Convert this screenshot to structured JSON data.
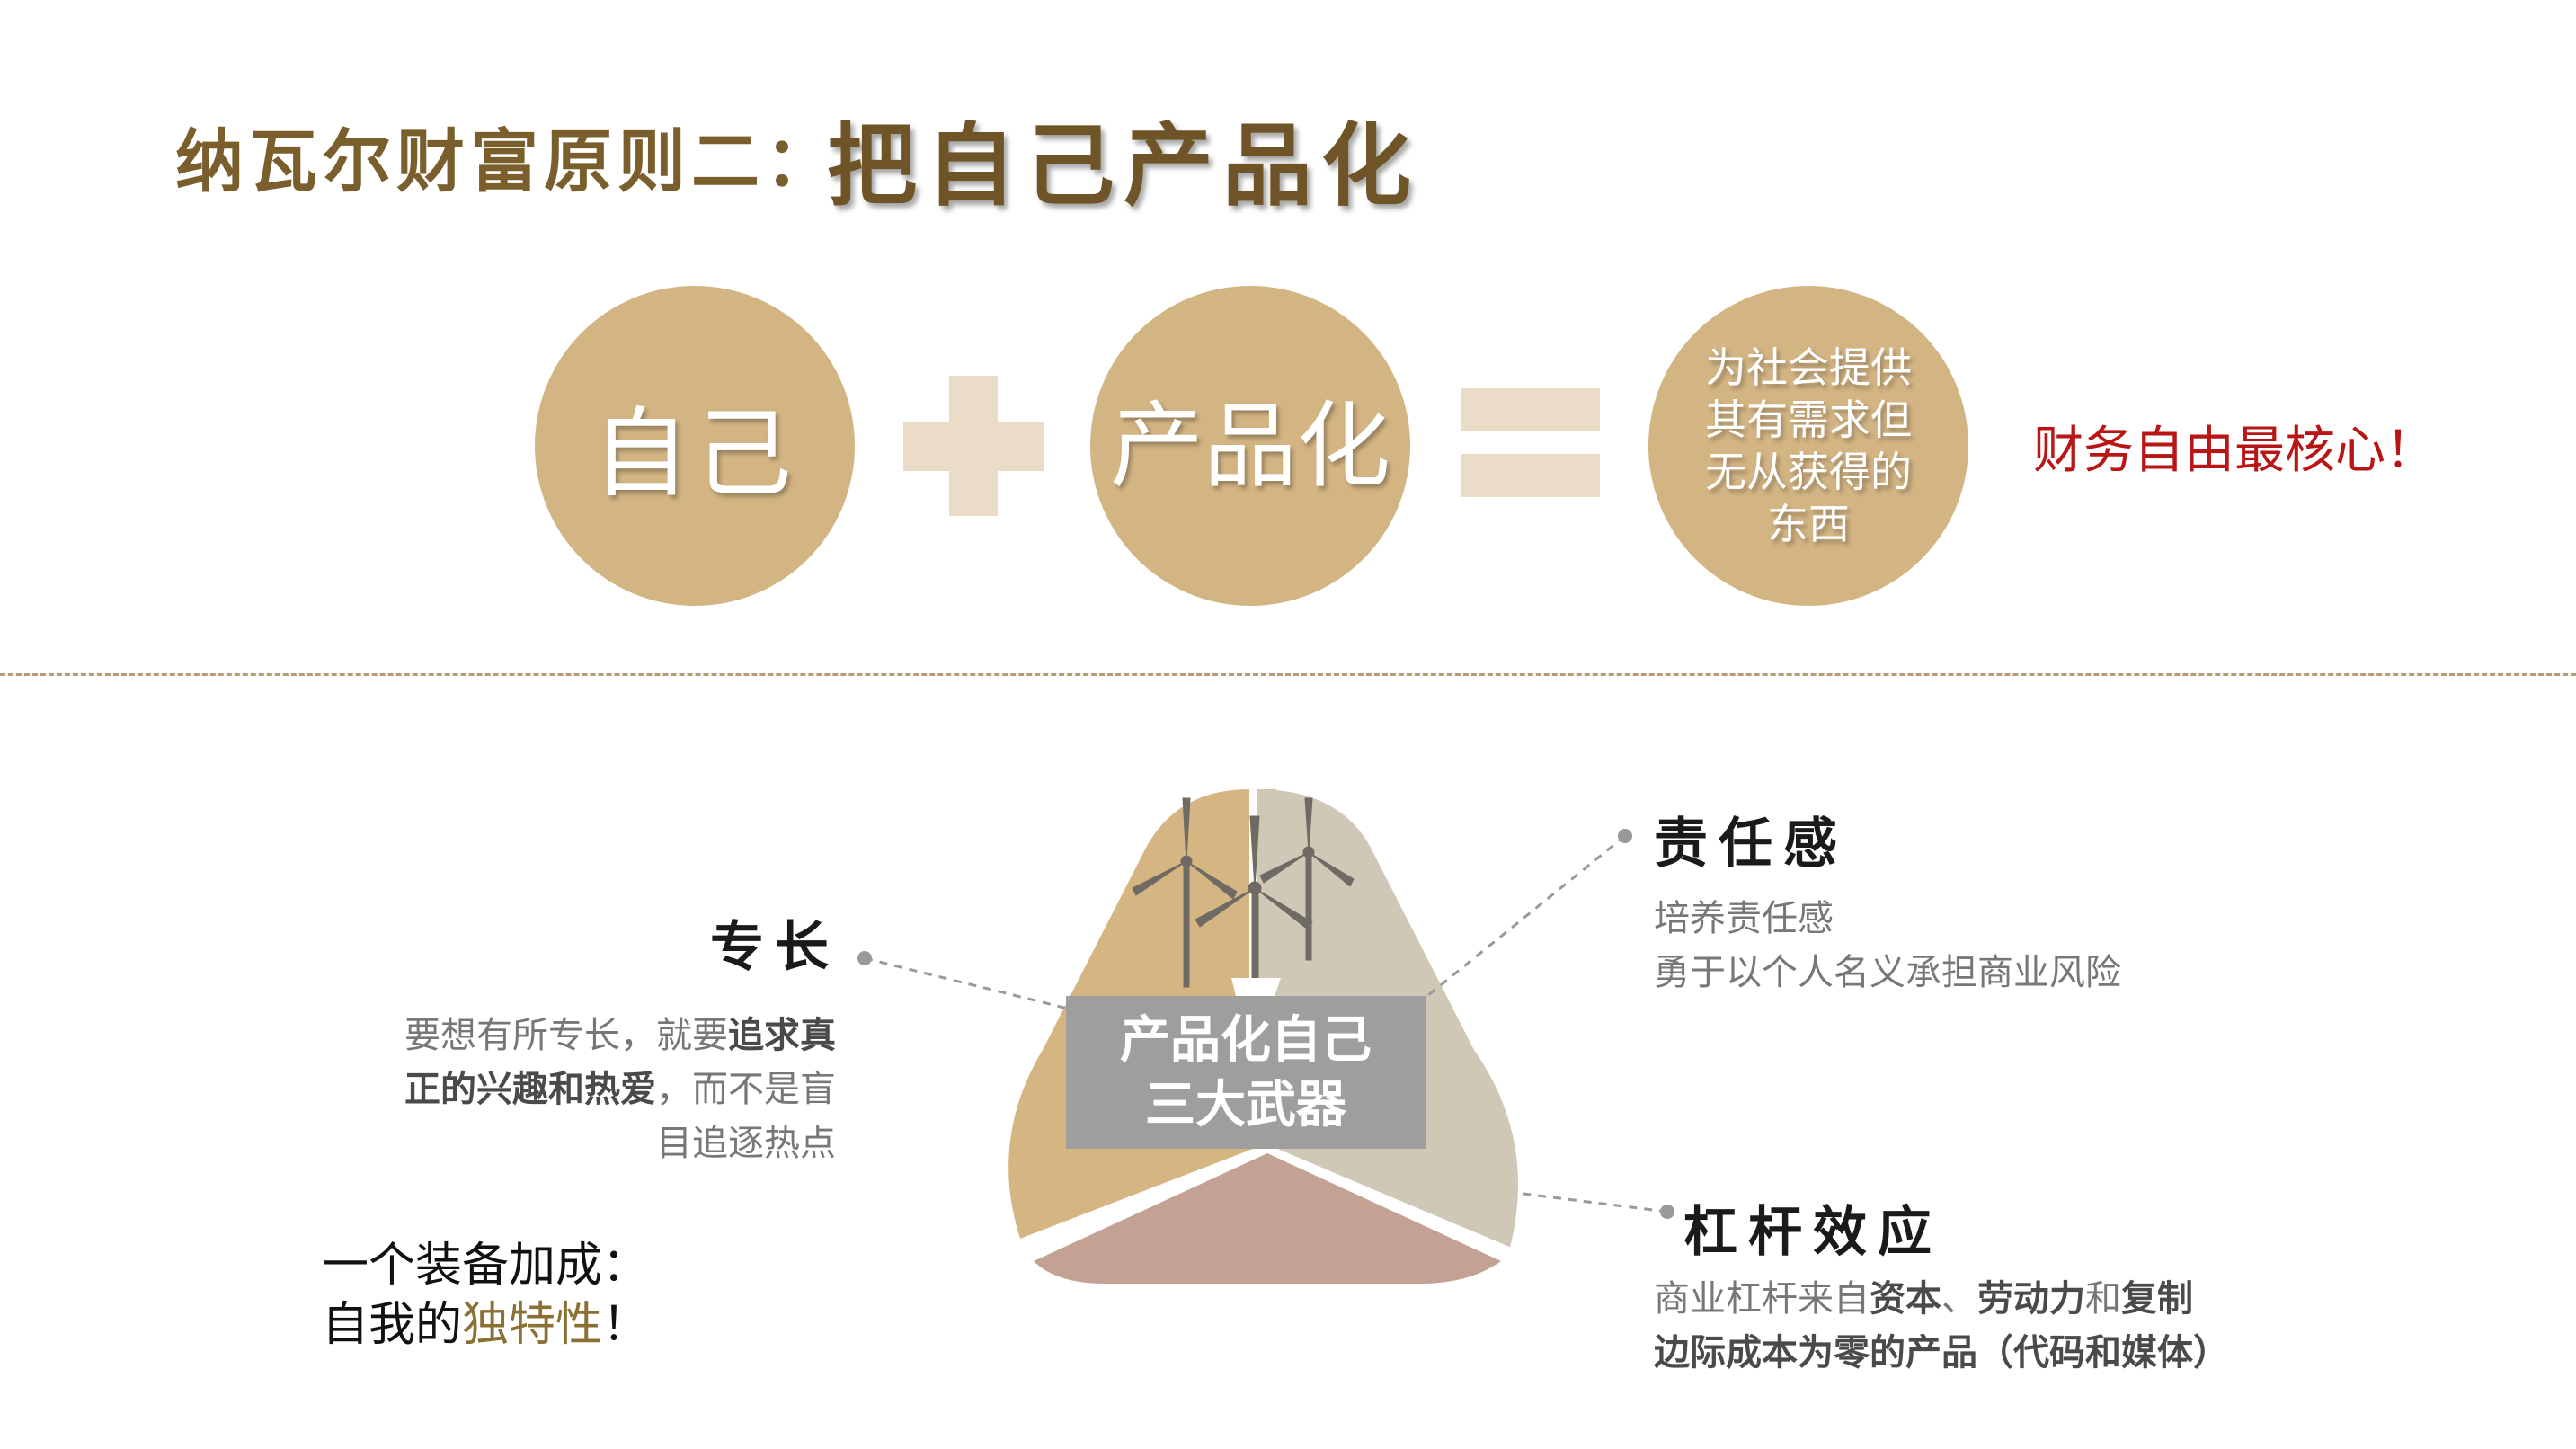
{
  "title": {
    "prefix": "纳瓦尔财富原则二：",
    "main": "把自己产品化"
  },
  "equation": {
    "term1": "自己",
    "term2": "产品化",
    "result": "为社会提供其有需求但无从获得的东西",
    "note": "财务自由最核心！"
  },
  "diagram": {
    "center": [
      "产品化自己",
      "三大武器"
    ],
    "specialty": {
      "heading": "专长",
      "desc_1": "要想有所专长，就要",
      "desc_bold_1": "追求真正的兴趣和热爱",
      "desc_2": "，而不是盲目追逐热点"
    },
    "accountability": {
      "heading": "责任感",
      "line1": "培养责任感",
      "line2": "勇于以个人名义承担商业风险"
    },
    "leverage": {
      "heading": "杠杆效应",
      "l1_a": "商业杠杆来自",
      "l1_b": "资本",
      "l1_c": "、",
      "l1_d": "劳动力",
      "l1_e": "和",
      "l1_f": "复制",
      "l2_a": "边际成本为零的产品",
      "l2_b": "（代码和媒体）"
    },
    "bonus": {
      "line1": "一个装备加成：",
      "line2_a": "自我的",
      "line2_b": "独特性",
      "line2_c": "！"
    }
  },
  "colors": {
    "circle": "#d3b483",
    "plus_equals": "#eadcc7",
    "title": "#7a5f2c",
    "accent_red": "#b81515",
    "segment_left": "#d5b582",
    "segment_right": "#d0c8b7",
    "segment_bottom": "#c4a293",
    "center_box": "#9e9e9e",
    "windmill": "#6f6a63"
  },
  "icons": [
    "wind-turbine-icon"
  ]
}
